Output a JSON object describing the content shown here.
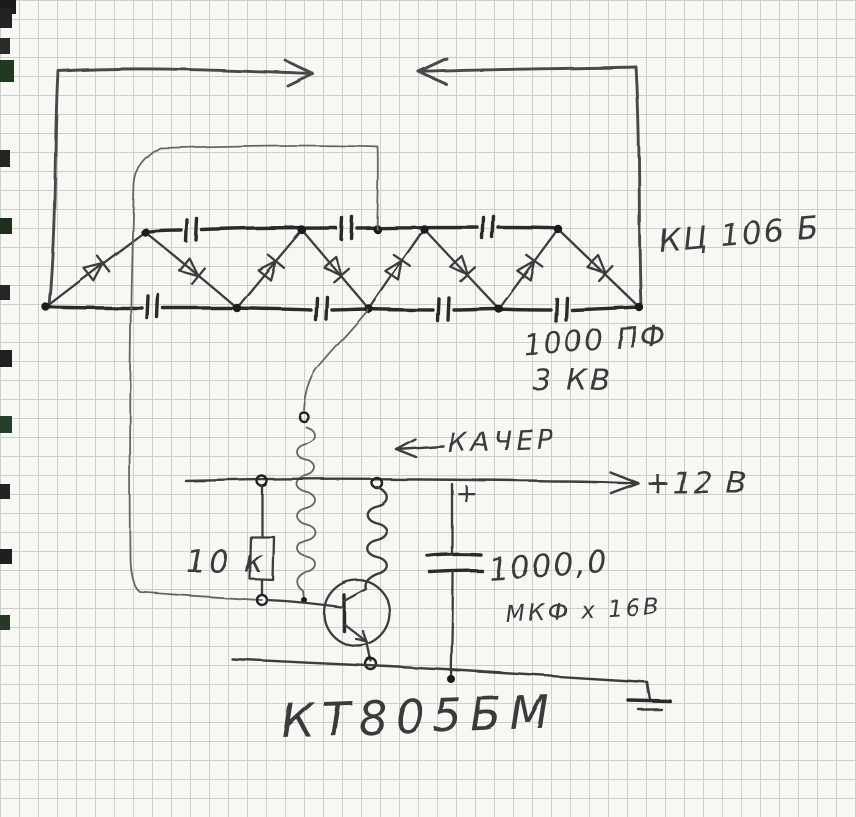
{
  "labels": {
    "rectifier": "КЦ 106 Б",
    "cap_value": "1000 ПФ",
    "cap_voltage": "3 КВ",
    "kacher": "КАЧЕР",
    "supply": "+12 В",
    "resistor": "10 к",
    "filter_value": "1000,0",
    "filter_units": "МКФ х 16В",
    "transistor": "КТ805БМ",
    "polarity": "+"
  },
  "colors": {
    "pencil": "#3e3e3e",
    "paper": "#f7f7f3",
    "grid": "#ccd0cb"
  }
}
